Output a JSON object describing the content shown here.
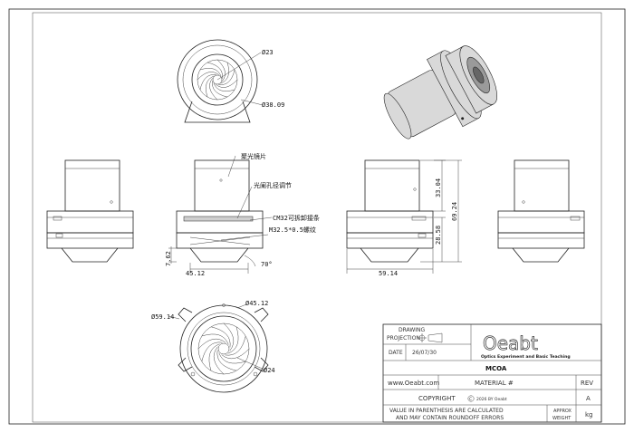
{
  "dimensions": {
    "top_inner_dia": "Ø23",
    "top_outer_dia": "Ø38.09",
    "height_top": "33.04",
    "height_total": "69.24",
    "height_mid": "28.58",
    "base_offset": "7.62",
    "base_width_left": "45.12",
    "angle": "70°",
    "base_width_right": "59.14",
    "bottom_outer_dia": "Ø59.14",
    "bottom_mid_dia": "Ø45.12",
    "bottom_inner_dia": "Ø24"
  },
  "callouts": {
    "condenser": "聚光镜片",
    "iris": "光阑孔径调节",
    "mount_line1": "CM32可拆卸接条",
    "mount_line2": "M32.5*0.5螺纹"
  },
  "title_block": {
    "drawing_projection_l1": "DRAWING",
    "drawing_projection_l2": "PROJECTION",
    "date_label": "DATE",
    "date_value": "26/07/30",
    "logo_text": "Oeabt",
    "logo_sub": "Optics Experiment and Basic Teaching",
    "part_no": "MCOA",
    "website": "www.Oeabt.com",
    "material": "MATERIAL #",
    "rev_label": "REV",
    "copyright": "COPYRIGHT",
    "copyright_small": "2026 BY Oeabt",
    "rev_value": "A",
    "note_l1": "VALUE IN PARENTHESIS ARE CALCULATED",
    "note_l2": "AND MAY CONTAIN ROUNDOFF ERRORS",
    "approx_l1": "APPROX",
    "approx_l2": "WEIGHT",
    "weight_unit": "kg"
  }
}
